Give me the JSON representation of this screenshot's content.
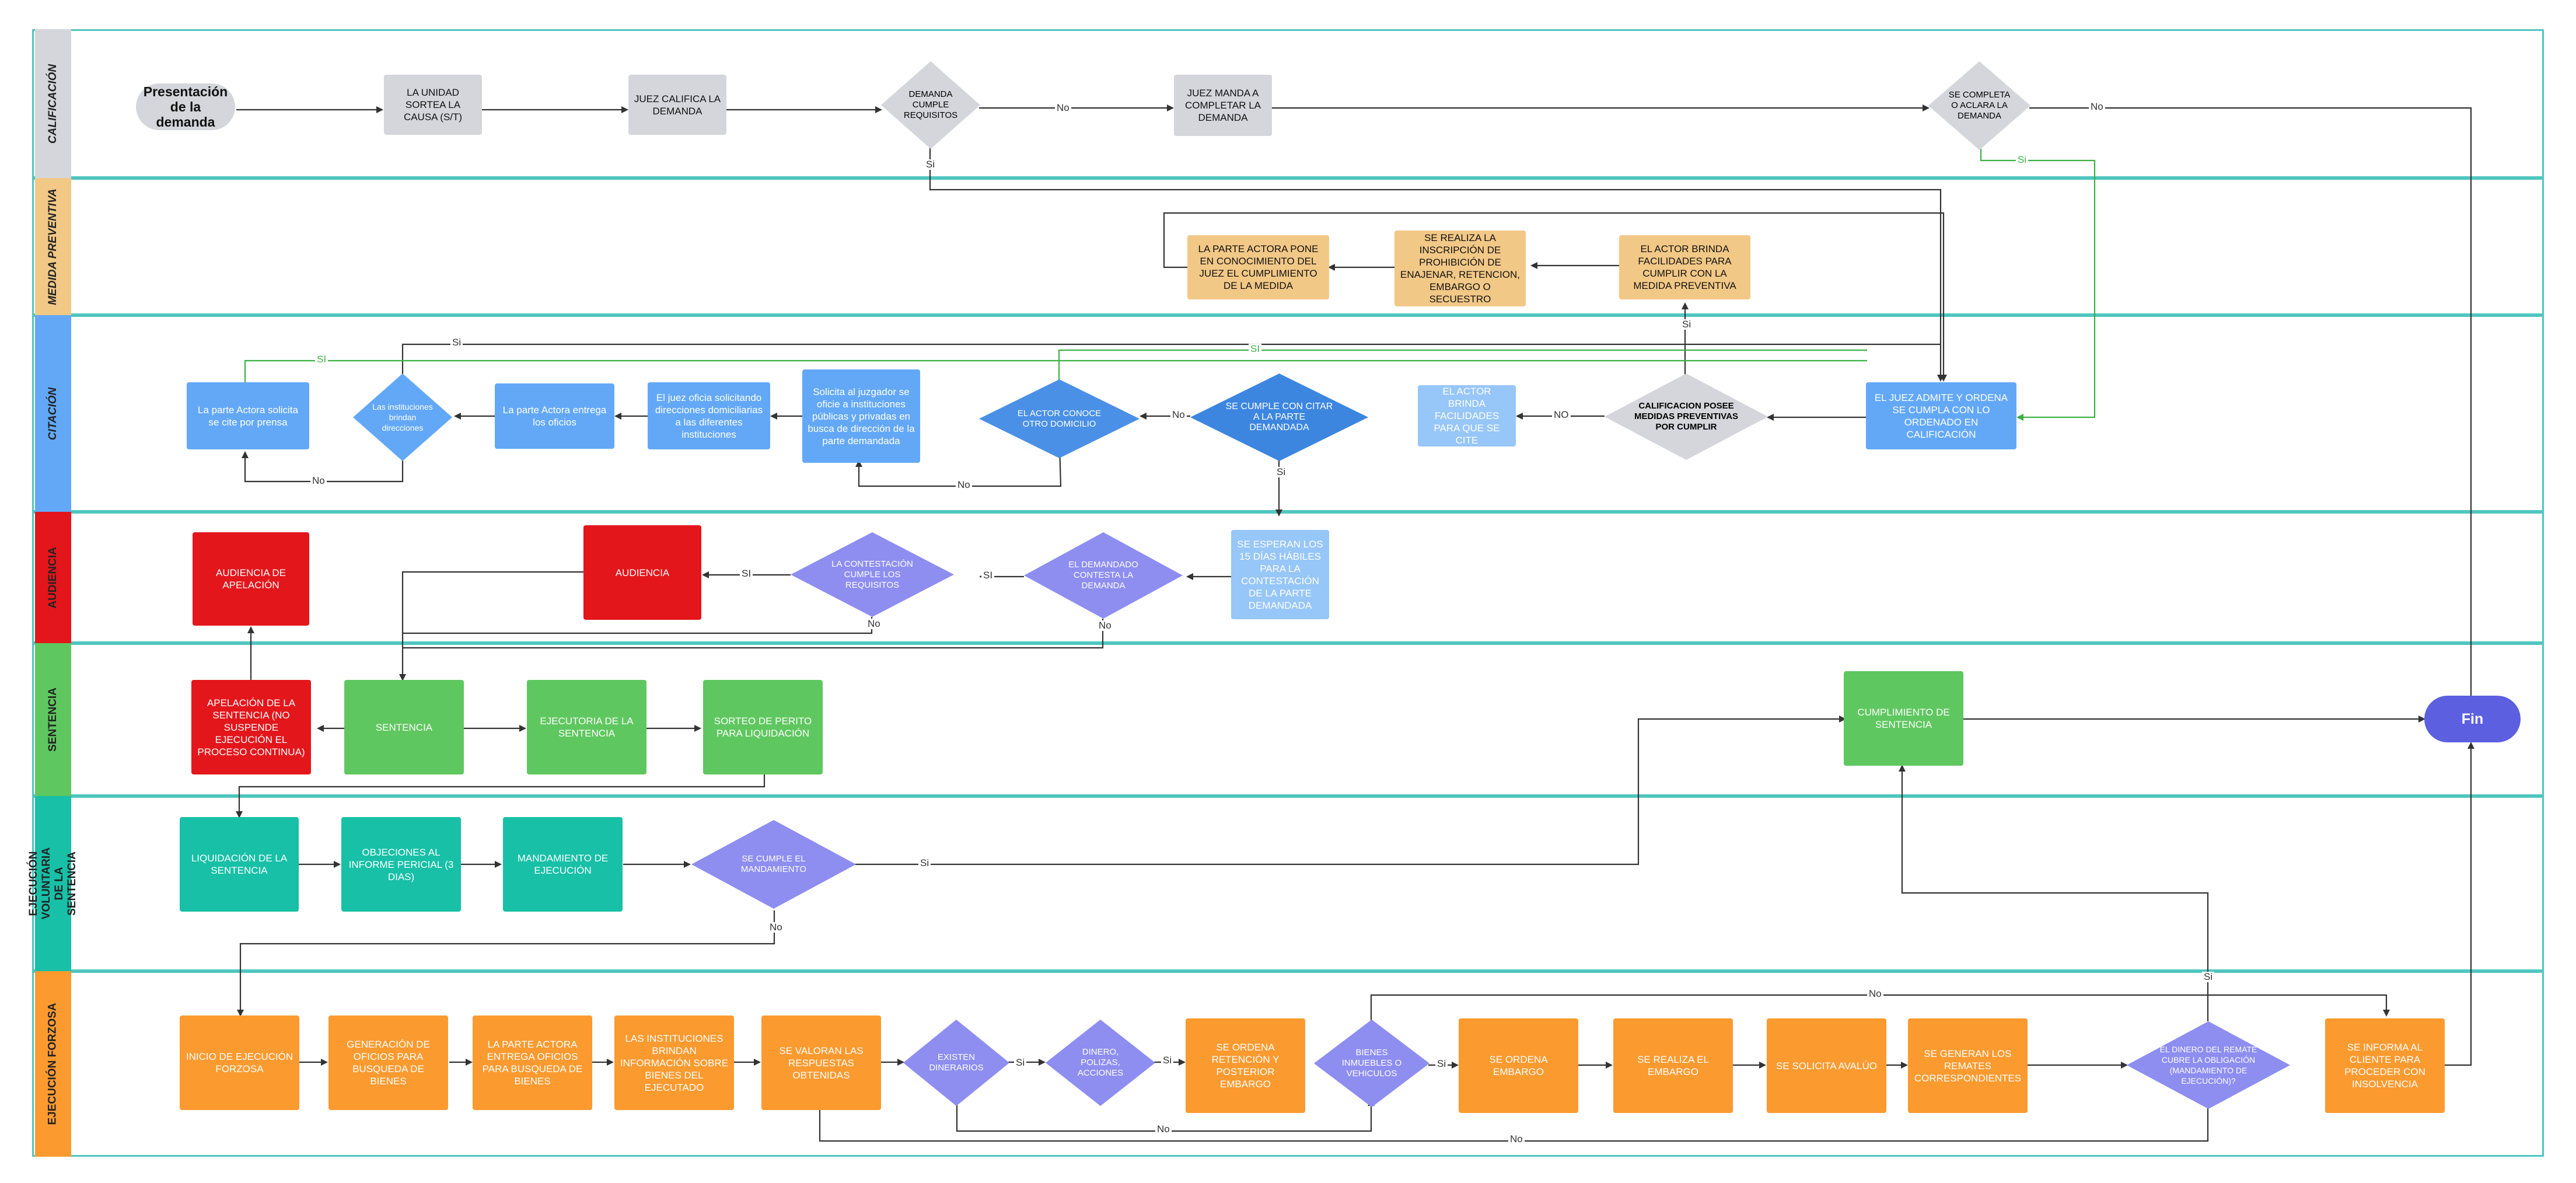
{
  "colors": {
    "lane_border": "#4fc6bf",
    "gray": "#d4d6dc",
    "orange_light": "#f2c887",
    "blue": "#63a8f7",
    "blue_light": "#97c6f8",
    "red": "#e3161b",
    "green": "#5fc75f",
    "teal": "#17c0a6",
    "orange": "#fb9a2f",
    "purple": "#8d8ef0",
    "fin": "#5b5fe0"
  },
  "lanes": [
    {
      "label": "CALIFICACIÓN",
      "color": "#d4d6dc",
      "text_color": "#222"
    },
    {
      "label": "MEDIDA PREVENTIVA",
      "color": "#f2c887",
      "text_color": "#222"
    },
    {
      "label": "CITACIÓN",
      "color": "#63a8f7",
      "text_color": "#222"
    },
    {
      "label": "AUDIENCIA",
      "color": "#e3161b",
      "text_color": "#222"
    },
    {
      "label": "SENTENCIA",
      "color": "#5fc75f",
      "text_color": "#222"
    },
    {
      "label": "EJECUCIÓN VOLUNTARIA DE LA SENTENCIA",
      "color": "#17c0a6",
      "text_color": "#222"
    },
    {
      "label": "EJECUCIÓN FORZOSA",
      "color": "#fb9a2f",
      "text_color": "#222"
    }
  ],
  "nodes": {
    "presentacion": "Presentación de la demanda",
    "unidad_sortea": "LA UNIDAD SORTEA LA CAUSA (S/T)",
    "juez_califica": "JUEZ CALIFICA LA DEMANDA",
    "demanda_cumple": "DEMANDA CUMPLE REQUISITOS",
    "juez_manda": "JUEZ MANDA A COMPLETAR LA DEMANDA",
    "se_completa": "SE COMPLETA O ACLARA LA DEMANDA",
    "parte_actora_pone": "LA PARTE ACTORA PONE EN CONOCIMIENTO DEL JUEZ EL CUMPLIMIENTO DE LA MEDIDA",
    "se_realiza_inscripcion": "SE REALIZA LA INSCRIPCIÓN DE PROHIBICIÓN DE ENAJENAR, RETENCION, EMBARGO O SECUESTRO",
    "actor_brinda_medida": "EL ACTOR BRINDA FACILIDADES PARA CUMPLIR CON LA MEDIDA PREVENTIVA",
    "parte_actora_solicita": "La parte Actora solicita se cite por prensa",
    "instituciones_brindan": "Las instituciones brindan direcciones",
    "parte_actora_entrega": "La parte Actora entrega los oficios",
    "juez_oficia": "El juez oficia solicitando direcciones domiciliarias a las diferentes instituciones",
    "solicita_juzgador": "Solicita al juzgador se oficie a instituciones públicas y privadas en busca de dirección de la parte demandada",
    "actor_conoce": "EL ACTOR CONOCE OTRO DOMICILIO",
    "se_cumple_citar": "SE CUMPLE CON CITAR A LA PARTE DEMANDADA",
    "actor_brinda_cite": "EL ACTOR BRINDA FACILIDADES PARA QUE SE CITE",
    "calificacion_posee": "CALIFICACION POSEE MEDIDAS PREVENTIVAS POR CUMPLIR",
    "juez_admite": "EL JUEZ ADMITE Y ORDENA SE CUMPLA CON LO ORDENADO EN CALIFICACIÓN",
    "audiencia_apelacion": "AUDIENCIA DE APELACIÓN",
    "audiencia": "AUDIENCIA",
    "contestacion_cumple": "LA CONTESTACIÓN CUMPLE LOS REQUISITOS",
    "demandado_contesta": "EL DEMANDADO CONTESTA LA DEMANDA",
    "se_esperan": "SE ESPERAN LOS 15 DÍAS HÁBILES PARA LA CONTESTACIÓN DE LA PARTE DEMANDADA",
    "apelacion_sentencia": "APELACIÓN DE LA SENTENCIA (NO SUSPENDE EJECUCIÓN EL PROCESO CONTINUA)",
    "sentencia": "SENTENCIA",
    "ejecutoria": "EJECUTORIA DE LA SENTENCIA",
    "sorteo_perito": "SORTEO DE PERITO PARA LIQUIDACIÓN",
    "cumplimiento_sentencia": "CUMPLIMIENTO DE SENTENCIA",
    "fin": "Fin",
    "liquidacion": "LIQUIDACIÓN DE LA SENTENCIA",
    "objeciones": "OBJECIONES AL INFORME PERICIAL (3 DIAS)",
    "mandamiento": "MANDAMIENTO DE EJECUCIÓN",
    "se_cumple_mandamiento": "SE CUMPLE EL MANDAMIENTO",
    "inicio_forzosa": "INICIO DE EJECUCIÓN FORZOSA",
    "generacion_oficios": "GENERACIÓN DE OFICIOS PARA BUSQUEDA DE BIENES",
    "parte_actora_oficios": "LA PARTE ACTORA ENTREGA OFICIOS PARA BUSQUEDA DE BIENES",
    "instituciones_informacion": "LAS INSTITUCIONES BRINDAN INFORMACIÓN SOBRE BIENES DEL EJECUTADO",
    "se_valoran": "SE VALORAN LAS RESPUESTAS OBTENIDAS",
    "existen_dinerarios": "EXISTEN DINERARIOS",
    "dinero_polizas": "DINERO, POLIZAS, ACCIONES",
    "se_ordena_retencion": "SE ORDENA RETENCIÓN Y POSTERIOR EMBARGO",
    "bienes_inmuebles": "BIENES INMUEBLES O VEHICULOS",
    "se_ordena_embargo": "SE ORDENA EMBARGO",
    "se_realiza_embargo": "SE REALIZA EL EMBARGO",
    "se_solicita_avaluo": "SE SOLICITA AVALÚO",
    "se_generan_remates": "SE GENERAN LOS REMATES CORRESPONDIENTES",
    "dinero_remate": "EL DINERO DEL REMATE CUBRE LA OBLIGACIÓN (MANDAMIENTO DE EJECUCIÓN)?",
    "se_informa_cliente": "SE INFORMA AL CLIENTE PARA PROCEDER CON INSOLVENCIA"
  },
  "edge_labels": {
    "no": "No",
    "si": "Si",
    "no_caps": "NO",
    "si_caps": "SI"
  }
}
